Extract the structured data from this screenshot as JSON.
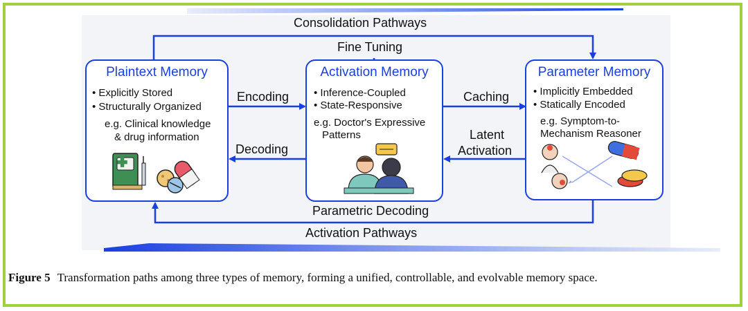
{
  "arrows": {
    "consolidation": "Consolidation Pathways",
    "fine_tuning": "Fine Tuning",
    "encoding": "Encoding",
    "decoding": "Decoding",
    "caching": "Caching",
    "latent_line1": "Latent",
    "latent_line2": "Activation",
    "parametric_decoding": "Parametric Decoding",
    "activation_pathways": "Activation Pathways"
  },
  "plaintext": {
    "title": "Plaintext Memory",
    "bullet1": "• Explicitly Stored",
    "bullet2": "• Structurally Organized",
    "eg_line1": "e.g. Clinical knowledge",
    "eg_line2": "& drug information"
  },
  "activation": {
    "title": "Activation Memory",
    "bullet1": "• Inference-Coupled",
    "bullet2": "• State-Responsive",
    "eg_line1": "e.g. Doctor's Expressive",
    "eg_line2": "Patterns"
  },
  "parameter": {
    "title": "Parameter Memory",
    "bullet1": "• Implicitly Embedded",
    "bullet2": "• Statically Encoded",
    "eg_line1": "e.g. Symptom-to-",
    "eg_line2": "Mechanism Reasoner"
  },
  "caption": {
    "label": "Figure 5",
    "text": "Transformation paths among three types of memory, forming a unified, controllable, and evolvable memory space."
  },
  "colors": {
    "accent": "#1a3fe0",
    "frame": "#9fd23a",
    "panel": "#f2f4f8"
  }
}
